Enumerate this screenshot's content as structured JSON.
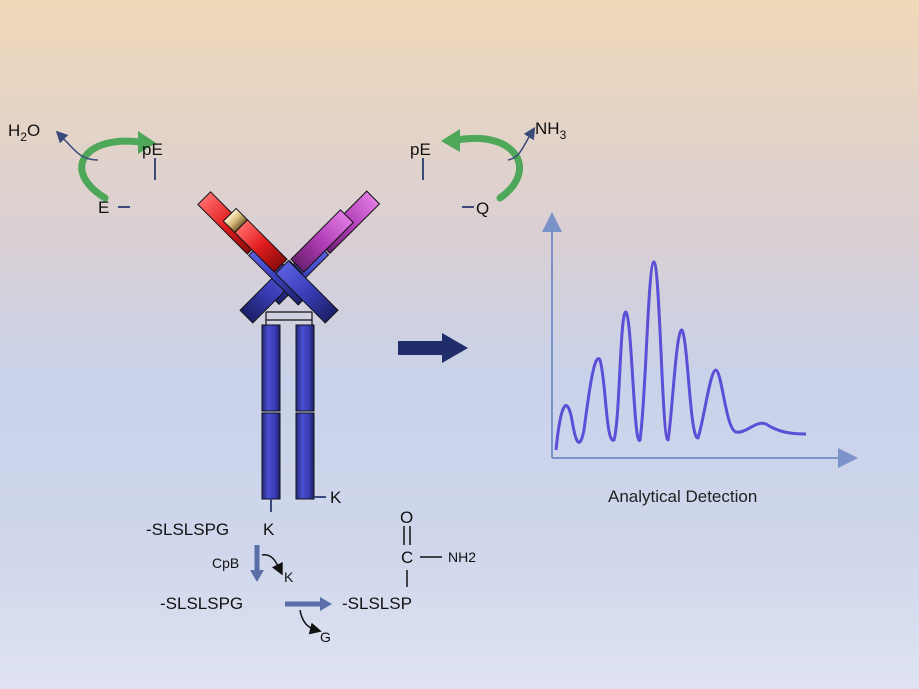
{
  "labels": {
    "h2o_main": "H",
    "h2o_sub": "2",
    "h2o_tail": "O",
    "nh3_main": "NH",
    "nh3_sub": "3",
    "pe_left": "pE",
    "pe_right": "pE",
    "e_left": "E",
    "q_right": "Q",
    "k_heavy": "K",
    "k_bottom": "K",
    "seq_top": "-SLSLSPG",
    "cpb": "CpB",
    "k_released": "K",
    "seq_middle": "-SLSLSPG",
    "seq_amidated": "-SLSLSP",
    "g_released": "G",
    "o_atom": "O",
    "c_atom": "C",
    "nh2_group": "NH2",
    "detection_title": "Analytical Detection"
  },
  "colors": {
    "heavy_chain": "#3b3fb8",
    "pyroglu_light": "#b23fb8",
    "pyroglu_heavy": "#e01c1c",
    "curve": "#5a4fd6",
    "axis": "#7b93c9",
    "arrow_navy": "#1f2e6b",
    "cycle_arrow": "#4fa85a"
  },
  "icons": {
    "process_arrow": "arrow-right-icon",
    "cyclization": "curved-arrow-icon"
  }
}
